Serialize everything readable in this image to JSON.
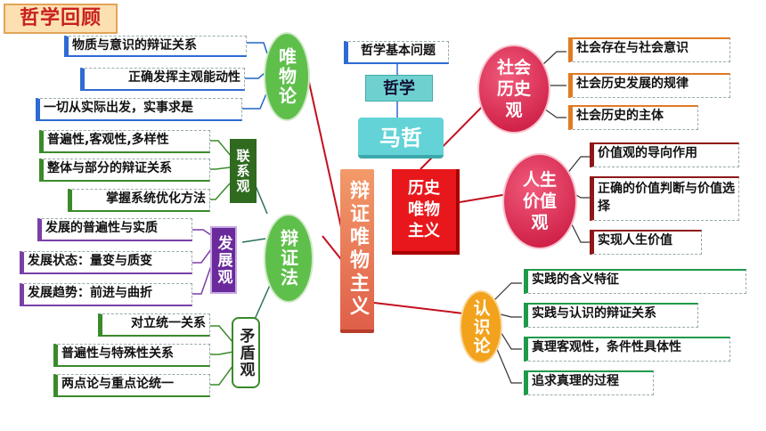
{
  "title": "哲学回顾",
  "center": {
    "jibenwenti": "哲学基本问题",
    "zhexue": "哲学",
    "mazhe": "马哲",
    "bianzheng": "辩证唯物主义",
    "lishi": "历史唯物主义"
  },
  "weiwulun": {
    "label": "唯物论",
    "items": [
      "物质与意识的辩证关系",
      "正确发挥主观能动性",
      "一切从实际出发，实事求是"
    ]
  },
  "bianzhengfa": {
    "label": "辩证法",
    "lianxiguan": "联系观",
    "fazhanguan": "发展观",
    "maodunguan": "矛盾观",
    "lianxi_items": [
      "普遍性,客观性,多样性",
      "整体与部分的辩证关系",
      "掌握系统优化方法"
    ],
    "fazhan_items": [
      "发展的普遍性与实质",
      "发展状态：量变与质变",
      "发展趋势：前进与曲折"
    ],
    "maodun_items": [
      "对立统一关系",
      "普遍性与特殊性关系",
      "两点论与重点论统一"
    ]
  },
  "shehui": {
    "label": "社会历史观",
    "items": [
      "社会存在与社会意识",
      "社会历史发展的规律",
      "社会历史的主体"
    ]
  },
  "rensheng": {
    "label": "人生价值观",
    "items": [
      "价值观的导向作用",
      "正确的价值判断与价值选择",
      "实现人生价值"
    ]
  },
  "renshilun": {
    "label": "认识论",
    "items": [
      "实践的含义特征",
      "实践与认识的辩证关系",
      "真理客观性，条件性具体性",
      "追求真理的过程"
    ]
  }
}
